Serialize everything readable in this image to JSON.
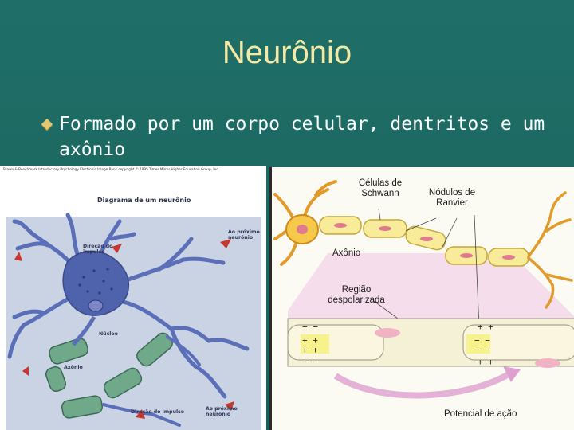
{
  "slide": {
    "title": "Neurônio",
    "bullet": "Formado por um corpo celular, dentritos e um axônio"
  },
  "left_figure": {
    "credit": "Brown & Benchmark Introductory Psychology Electronic Image Bank copyright © 1995 Times Mirror Higher Education Group, Inc.",
    "title": "Diagrama de um neurônio",
    "labels": {
      "direction_top": "Direção do impulso",
      "next_neuron_top": "Ao próximo neurônio",
      "nucleus": "Núcleo",
      "axon": "Axônio",
      "direction_bottom": "Direção do impulso",
      "next_neuron_bottom": "Ao próximo neurônio"
    }
  },
  "right_figure": {
    "labels": {
      "schwann": "Células de Schwann",
      "ranvier": "Nódulos de Ranvier",
      "axon": "Axônio",
      "region": "Região despolarizada",
      "action_potential": "Potencial de ação"
    }
  },
  "colors": {
    "background": "#1d6a63",
    "title": "#f5e9a6",
    "bullet": "#e4c772",
    "neuron_body": "#5b6fb8",
    "myelin": "#5e9c78",
    "arrow": "#c8372d",
    "axon_yellow": "#f4e07a"
  }
}
